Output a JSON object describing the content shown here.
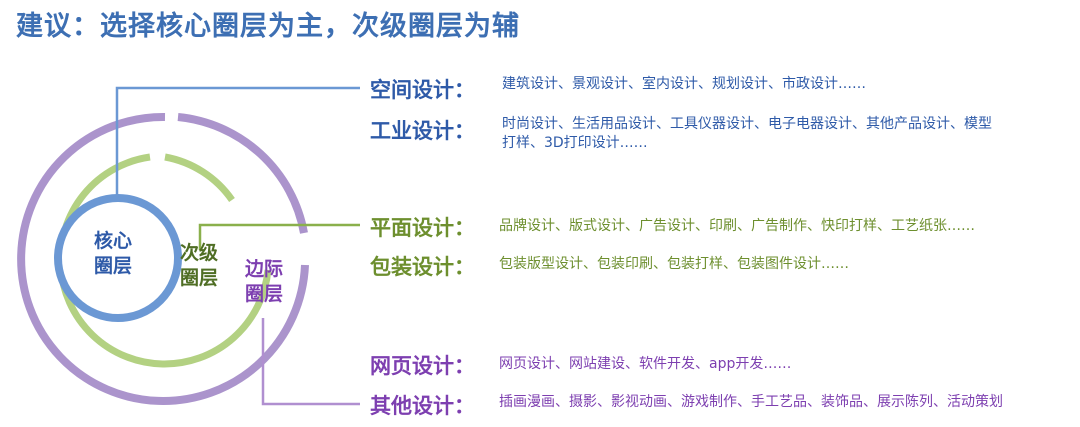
{
  "title": "建议：选择核心圈层为主，次级圈层为辅",
  "rings": {
    "core": {
      "line1": "核心",
      "line2": "圈层"
    },
    "secondary": {
      "line1": "次级",
      "line2": "圈层"
    },
    "edge": {
      "line1": "边际",
      "line2": "圈层"
    }
  },
  "colors": {
    "core": "#5b8fd1",
    "secondary": "#a3c86f",
    "edge": "#a48bc6",
    "blue_text": "#2e5aa8",
    "green_text": "#6d8f2e",
    "purple_text": "#7d3fb0"
  },
  "categories": {
    "space": {
      "label": "空间设计：",
      "items": "建筑设计、景观设计、室内设计、规划设计、市政设计……"
    },
    "industrial": {
      "label": "工业设计：",
      "items_line1": "时尚设计、生活用品设计、工具仪器设计、电子电器设计、其他产品设计、模型",
      "items_line2": "打样、3D打印设计……"
    },
    "graphic": {
      "label": "平面设计：",
      "items": "品牌设计、版式设计、广告设计、印刷、广告制作、快印打样、工艺纸张……"
    },
    "packaging": {
      "label": "包装设计：",
      "items": "包装版型设计、包装印刷、包装打样、包装图件设计……"
    },
    "web": {
      "label": "网页设计：",
      "items": "网页设计、网站建设、软件开发、app开发……"
    },
    "other": {
      "label": "其他设计：",
      "items": "插画漫画、摄影、影视动画、游戏制作、手工艺品、装饰品、展示陈列、活动策划"
    }
  }
}
